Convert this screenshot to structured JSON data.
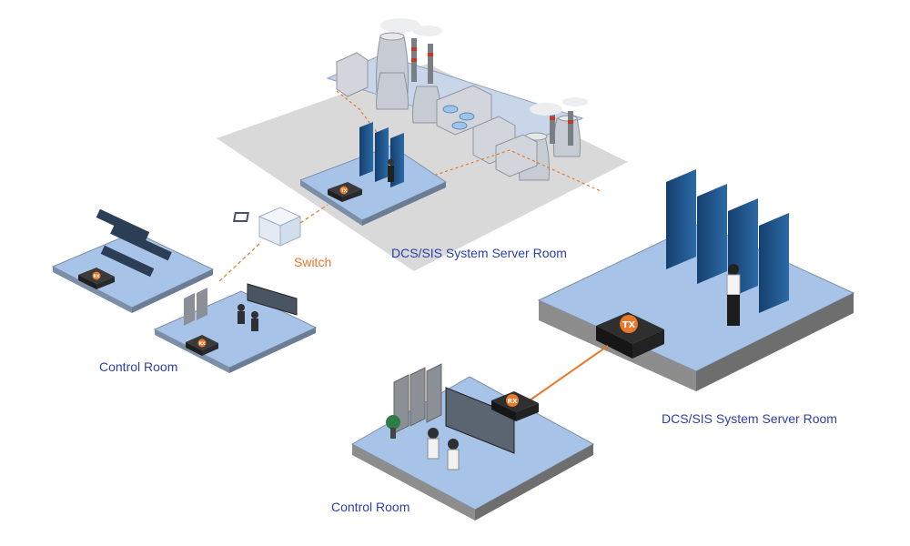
{
  "labels": {
    "switch": "Switch",
    "server_room_top": "DCS/SIS System Server Room",
    "server_room_right": "DCS/SIS System Server Room",
    "control_room_left": "Control Room",
    "control_room_bottom": "Control Room"
  },
  "devices": {
    "tx_top": "TX",
    "tx_right": "TX",
    "rx_left_upper": "RX",
    "rx_left_lower": "RX",
    "rx_bottom": "RX"
  },
  "colors": {
    "link_orange": "#e8782a",
    "platform_blue": "#a8c3e8",
    "platform_edge": "#7d8fa6",
    "label_blue": "#2b3fa8",
    "server_dark": "#1f4f86",
    "plant_grey": "#d6d8db"
  }
}
